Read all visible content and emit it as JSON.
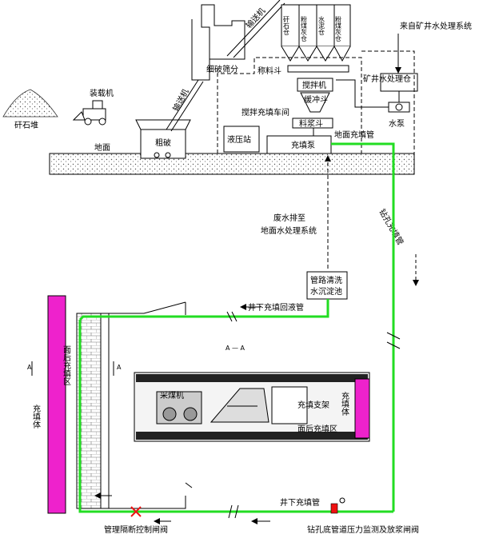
{
  "labels": {
    "gangue_pile": "矸石堆",
    "loader": "装载机",
    "ground": "地面",
    "coarse_crush": "粗破",
    "conveyor1": "输送机",
    "fine_crush": "细破筛分",
    "conveyor2": "输送机",
    "silo_gangue": "矸石仓",
    "silo_flyash": "粉煤灰仓",
    "silo_cement": "水泥仓",
    "silo_flyash2": "粉煤灰仓",
    "weigh_hopper": "称料斗",
    "mixer": "搅拌机",
    "buffer_hopper": "缓冲斗",
    "slurry_hopper": "料浆斗",
    "filling_pump": "充填泵",
    "workshop": "搅拌充填车间",
    "hydraulic_station": "液压站",
    "surface_pipe": "地面充填管",
    "mine_water_source": "来自矿井水处理系统",
    "mine_water_tank": "矿井水处理仓",
    "water_pump": "水泵",
    "drill_pipe": "钻孔充填管",
    "waste_water": "废水排至",
    "waste_water2": "地面水处理系统",
    "cleaning_tank": "管路清洗",
    "cleaning_tank2": "水沉淀池",
    "return_pipe": "井下充填回液管",
    "section_mark": "A — A",
    "filled_body_left": "充填体",
    "goaf_fill_zone_left": "面后充填区",
    "shearer": "采煤机",
    "filling_support": "充填支架",
    "goaf_fill_zone_right": "面后充填区",
    "filled_body_right": "充填体",
    "underground_pipe": "井下充填管",
    "isolation_valve": "管理隔断控制闸阀",
    "pressure_valve": "钻孔底管道压力监测及放浆闸阀",
    "a_mark_left": "A",
    "a_mark_right": "A"
  },
  "colors": {
    "pipe_green": "#22dd22",
    "fill_magenta": "#ee22cc",
    "valve_red": "#ee1111"
  }
}
